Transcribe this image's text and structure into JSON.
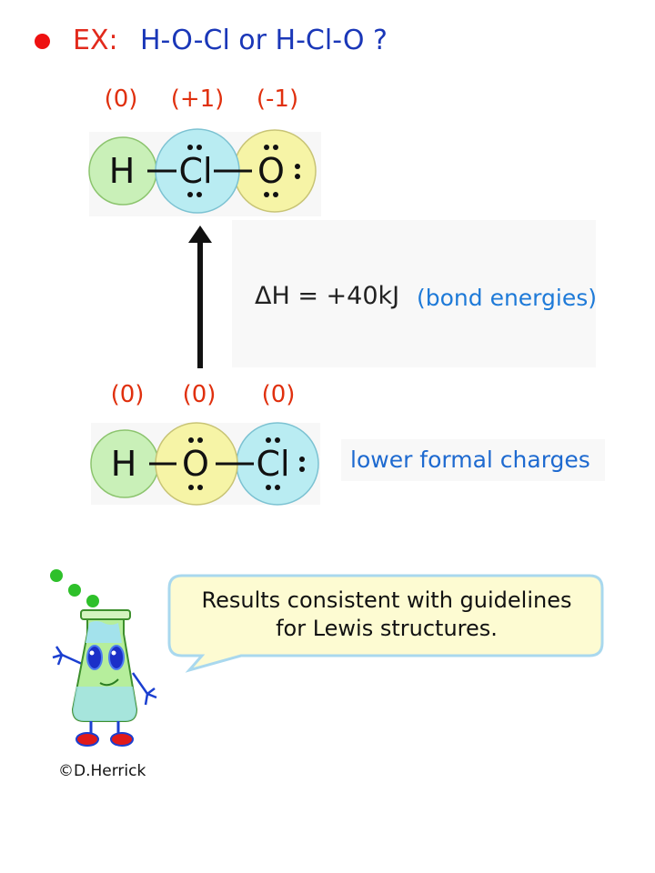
{
  "title": {
    "ex": "EX:",
    "question": "H-O-Cl or H-Cl-O ?"
  },
  "top_molecule": {
    "charges": [
      "(0)",
      "(+1)",
      "(-1)"
    ],
    "atoms": [
      "H",
      "Cl",
      "O"
    ]
  },
  "energy": {
    "delta_h": "ΔH = +40kJ",
    "note": "(bond energies)"
  },
  "bottom_molecule": {
    "charges": [
      "(0)",
      "(0)",
      "(0)"
    ],
    "atoms": [
      "H",
      "O",
      "Cl"
    ],
    "note": "lower formal charges"
  },
  "bubble": {
    "line1": "Results consistent with guidelines",
    "line2": "for Lewis structures."
  },
  "credit": "©D.Herrick",
  "colors": {
    "hydrogen": "#c9f0b8",
    "chlorine": "#b9ecf2",
    "oxygen": "#f6f4a6",
    "charge": "#e0300e",
    "title_blue": "#1a37b8",
    "note_blue": "#1e7ad8"
  }
}
